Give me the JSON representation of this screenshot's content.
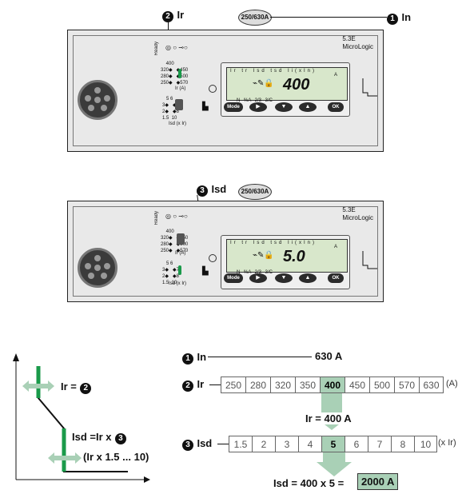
{
  "panel1": {
    "callout_ir_num": "2",
    "callout_ir_label": "Ir",
    "callout_in_num": "1",
    "callout_in_label": "In",
    "rating": "250/630A",
    "model_line1": "5.3E",
    "model_line2": "MicroLogic",
    "lcd_header": "Ir tr Isd tsd Ii(xIn)",
    "lcd_value": "400",
    "lcd_unit": "A",
    "lcd_sub": "N %A 2/3 3/C",
    "btn_mode": "Mode",
    "btn_ok": "OK",
    "ir_dial_label": "Ir (A)",
    "isd_dial_label": "Isd (x Ir)",
    "ready": "Ready"
  },
  "panel2": {
    "callout_isd_num": "3",
    "callout_isd_label": "Isd",
    "rating": "250/630A",
    "model_line1": "5.3E",
    "model_line2": "MicroLogic",
    "lcd_header": "Ir tr Isd tsd Ii(xIn)",
    "lcd_value": "5.0",
    "lcd_unit": "A",
    "lcd_sub": "N %A 2/3 3/C",
    "btn_mode": "Mode",
    "btn_ok": "OK",
    "ir_dial_label": "Ir (A)",
    "isd_dial_label": "Isd (x Ir)",
    "ready": "Ready"
  },
  "curve": {
    "ir_label": "Ir =",
    "ir_num": "2",
    "isd_label": "Isd =Ir x",
    "isd_num": "3",
    "isd_range": "(Ir x 1.5 ... 10)"
  },
  "table": {
    "in_num": "1",
    "in_label": "In",
    "in_value": "630 A",
    "ir_num": "2",
    "ir_label": "Ir",
    "ir_values": [
      "250",
      "280",
      "320",
      "350",
      "400",
      "450",
      "500",
      "570",
      "630"
    ],
    "ir_selected_index": 4,
    "ir_unit": "(A)",
    "ir_result": "Ir = 400 A",
    "isd_num": "3",
    "isd_label": "Isd",
    "isd_values": [
      "1.5",
      "2",
      "3",
      "4",
      "5",
      "6",
      "7",
      "8",
      "10"
    ],
    "isd_selected_index": 4,
    "isd_unit": "(x Ir)",
    "isd_result_prefix": "Isd = 400 x 5 =",
    "isd_result_value": "2000 A"
  },
  "colors": {
    "green": "#1a9a4a",
    "highlight": "#a9d0b6",
    "arrow": "#a9d0b6",
    "lcd": "#d8e7cb"
  }
}
